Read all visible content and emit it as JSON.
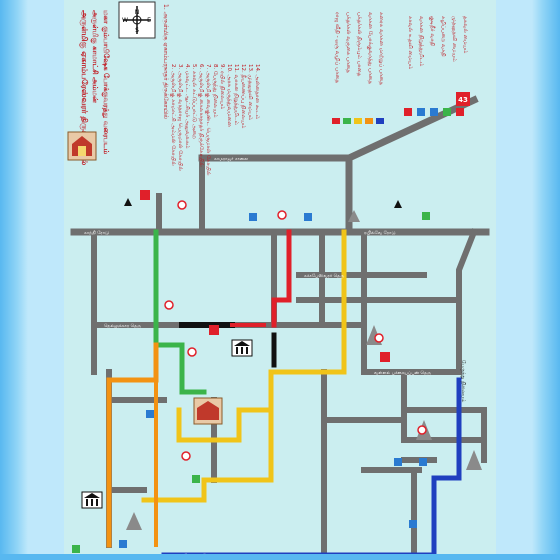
{
  "map": {
    "compass": {
      "north_label": "N",
      "east_label": "E",
      "south_label": "S",
      "west_label": "W"
    },
    "title_lines": [
      "அருள்மிகு ஏகாம்பரேஸ்வரர் திருக்கோயில்",
      "அருள்மிகு காமாட்சி அம்மன்",
      "மகா கும்பாபிஷேக போக்குவரத்து வரைபடம்"
    ],
    "places_legend": [
      "1. அருள்மிகு ஏகாம்பரநாதர் திருக்கோயில்",
      "2. அருள்மிகு காமாட்சி அம்மன் கோயில்",
      "3. அருள்மிகு வரதராஜ பெருமாள் கோயில்",
      "4. மாவட்ட ஆட்சியர் அலுவலகம்",
      "5. காவல் கட்டுப்பாட்டு அறை",
      "6. அருள்மிகு கைலாசநாதர் திருக்கோயில்",
      "7. அருள்மிகு வைகுண்ட பெருமாள் கோயில்",
      "8. பேருந்து நிலையம்",
      "9. ரயில் நிலையம்",
      "10. அரசு மருத்துவமனை",
      "11. வாகன நிறுத்துமிடம்",
      "12. தீயணைப்பு நிலையம்",
      "13. முதலுதவி மையம்",
      "14. அன்னதான கூடம்"
    ],
    "routes_legend": [
      {
        "label": "ராஜ வீதி - ஒரு வழிப் பாதை",
        "color": "#e0202a"
      },
      {
        "label": "பக்தர்கள் வருகை பாதை",
        "color": "#3bb44a"
      },
      {
        "label": "பக்தர்கள் திரும்பும் பாதை",
        "color": "#f0c419"
      },
      {
        "label": "வாகன போக்குவரத்து பாதை",
        "color": "#f39212"
      },
      {
        "label": "கனரக வாகன மாற்றுப் பாதை",
        "color": "#1f3fbf"
      }
    ],
    "symbols_legend": [
      "காவல் உதவி மையம்",
      "வாகன நிறுத்துமிடம்",
      "குடிநீர் வசதி",
      "கழிப்பறை வசதி",
      "முதலுதவி மையம்",
      "தகவல் மையம்"
    ],
    "road_labels": [
      "காந்தி ரோடு",
      "ரயில்வே ரோடு",
      "காமராஜர் சாலை",
      "நெல்லுக்கார தெரு",
      "வள்ளல் பச்சையப்பன் தெரு",
      "மேட்டுத் தெரு",
      "கச்சபேஸ்வரர் தெரு",
      "பேருந்து நிலையம்"
    ],
    "badge_number": "43",
    "colors": {
      "background": "#cbeef0",
      "road": "#6f6f6f",
      "red_route": "#e0202a",
      "green_route": "#3bb44a",
      "yellow_route": "#f0c419",
      "orange_route": "#f39212",
      "blue_route": "#1f3fbf",
      "black_route": "#111111"
    },
    "icons": [
      "compass-icon",
      "temple-emblem-icon",
      "police-icon",
      "parking-icon",
      "tower-icon",
      "hospital-icon",
      "fire-icon",
      "toilet-icon",
      "water-icon",
      "first-aid-icon"
    ]
  }
}
